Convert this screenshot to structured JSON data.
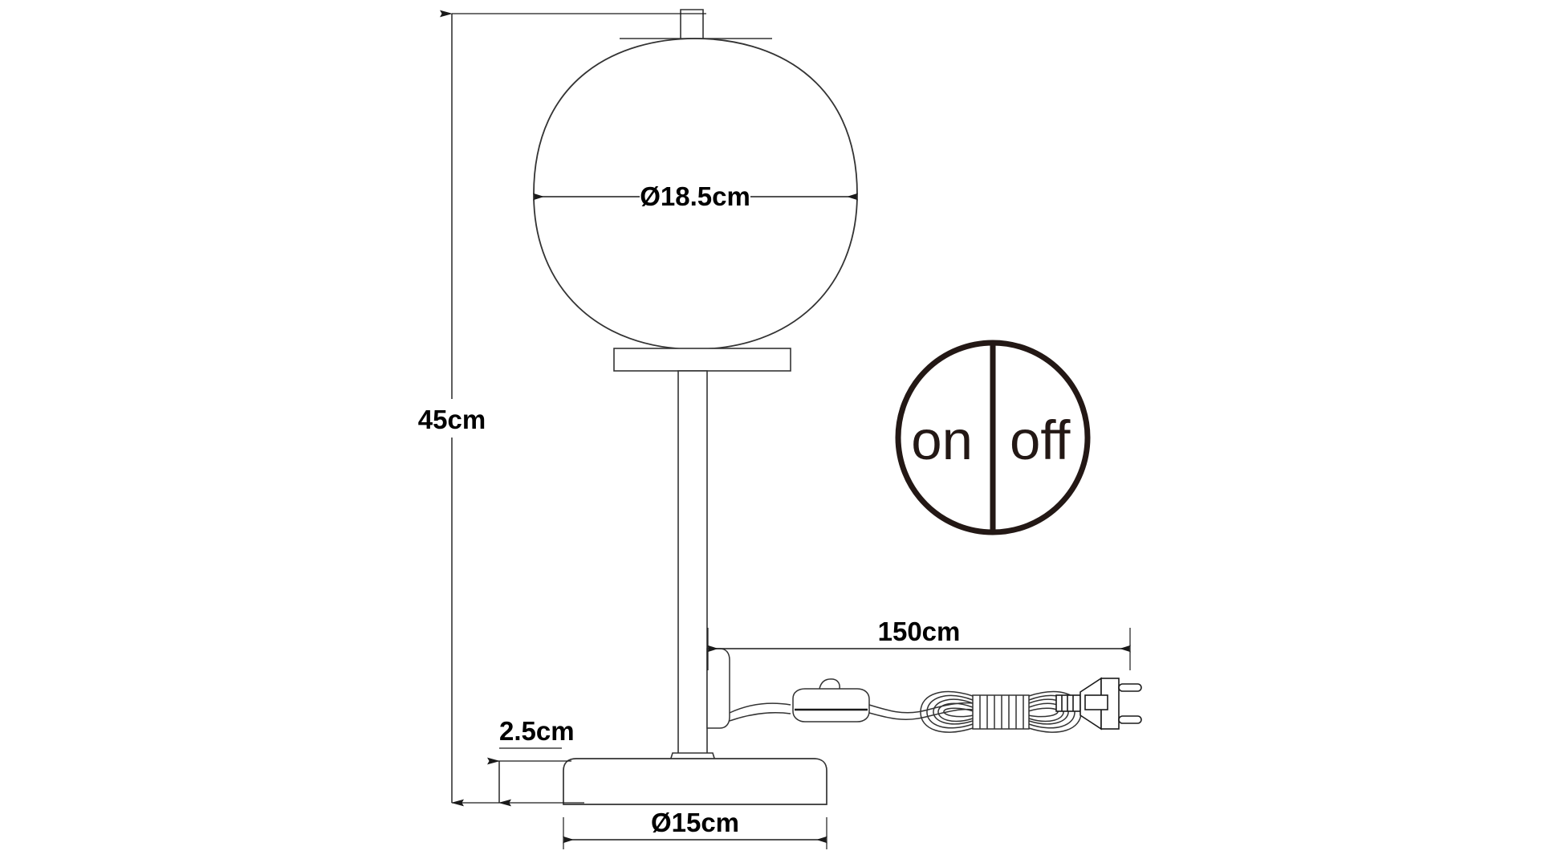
{
  "drawing": {
    "title": "Table lamp dimensioned technical drawing",
    "background_color": "#ffffff",
    "line_color": "#1a1a1a",
    "dimension_text_color": "#000000",
    "symbol_color": "#231815"
  },
  "dimensions": {
    "total_height": "45cm",
    "shade_diameter": "Ø18.5cm",
    "base_height": "2.5cm",
    "base_diameter": "Ø15cm",
    "cord_length": "150cm"
  },
  "switch_symbol": {
    "on_label": "on",
    "off_label": "off",
    "shape": "circle-split-vertical"
  },
  "parts": {
    "shade": "lamp-shade",
    "finial": "shade-finial",
    "shade_plate": "shade-bottom-plate",
    "stem": "lamp-stem",
    "base": "lamp-base",
    "cord": "power-cord",
    "inline_switch": "inline-rocker-switch",
    "cord_coil": "coiled-cord",
    "plug": "european-plug"
  }
}
